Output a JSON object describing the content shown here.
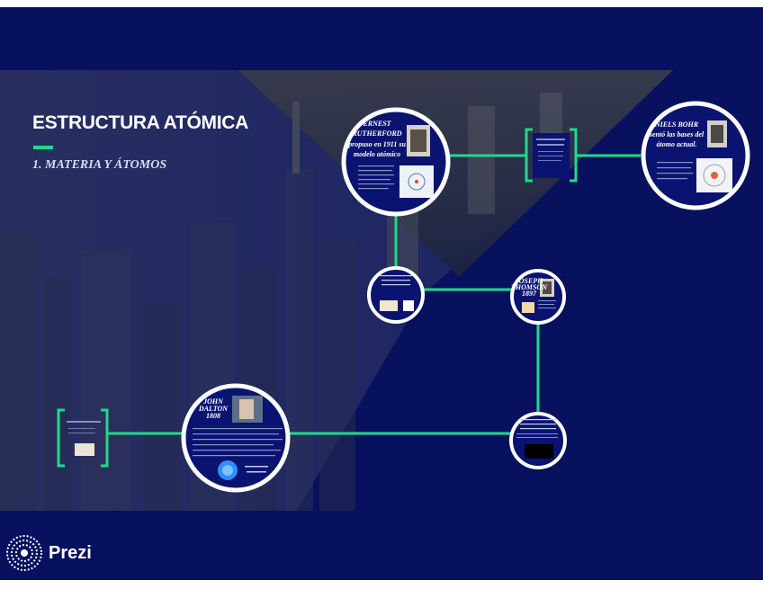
{
  "slide": {
    "title": "ESTRUCTURA ATÓMICA",
    "subtitle": "1. MATERIA Y ÁTOMOS"
  },
  "nodes": {
    "rutherford": {
      "line1": "ERNEST",
      "line2": "RUTHERFORD",
      "line3": "propuso en 1911 su",
      "line4": "modelo atómico"
    },
    "bohr": {
      "line1": "NIELS BOHR",
      "line2": "sentó las bases del",
      "line3": "átomo actual."
    },
    "dalton": {
      "line1": "JOHN",
      "line2": "DALTON",
      "line3": "1808"
    },
    "thomson": {
      "line1": "JOSEPH",
      "line2": "THOMSON",
      "line3": "1897"
    }
  },
  "brand": {
    "name": "Prezi"
  },
  "colors": {
    "background": "#07115e",
    "accent": "#20d98a",
    "node_fill": "#0a1470",
    "node_ring": "#ffffff"
  }
}
